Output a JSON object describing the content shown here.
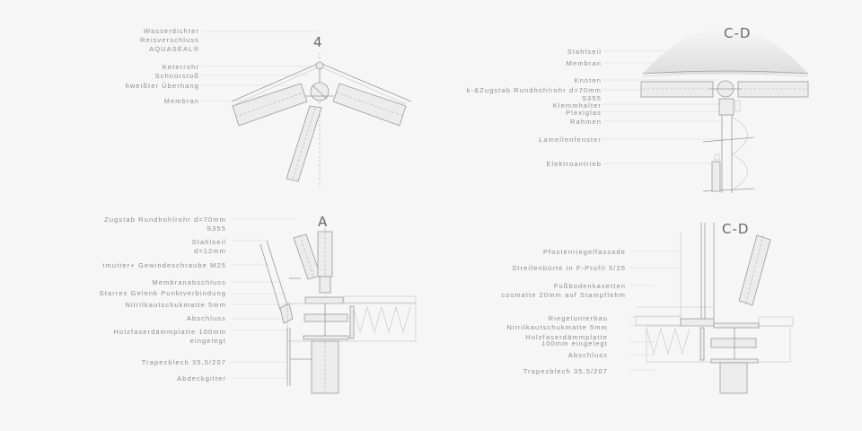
{
  "details": [
    {
      "id": "detail-4",
      "title": "4",
      "labels": [
        "Wasserdichter",
        "Reisverschluss",
        "AQUASEAL®",
        "Keterrohr",
        "Schnürstoß",
        "hweißter Überhang",
        "Membran"
      ]
    },
    {
      "id": "detail-cd-top",
      "title": "C-D",
      "labels": [
        "Stahlseil",
        "Membran",
        "Knoten",
        "k-&Zugstab Rundhohlrohr d=70mm",
        "S355",
        "Klemmhalter",
        "Plexiglas",
        "Rahmen",
        "Lamellenfenster",
        "Elektroantrieb"
      ]
    },
    {
      "id": "detail-a",
      "title": "A",
      "labels": [
        "Zugstab Rundhohlrohr d=70mm",
        "S355",
        "Stahlseil",
        "d=12mm",
        "tmutter+ Gewindeschraube M25",
        "Membranabschluss",
        "Starres Gelenk Punktverbindung",
        "Nitrilkautschukmatte 5mm",
        "Abschluss",
        "Holzfaserdämmplatte 100mm",
        "eingelegt",
        "Trapezblech 35,5/207",
        "Abdeckgitter"
      ]
    },
    {
      "id": "detail-cd-bottom",
      "title": "C-D",
      "labels": [
        "Pfostenriegelfassade",
        "Streifenbürte in F-Profil 5/25",
        "Fußbodenkasetten",
        "cosmatte 20mm auf Stampflehm",
        "Riegelunterbau",
        "Nitrilkautschukmatte 5mm",
        "Holzfaserdämmplatte",
        "100mm eingelegt",
        "Abschluss",
        "Trapezblech 35,5/207"
      ]
    }
  ]
}
